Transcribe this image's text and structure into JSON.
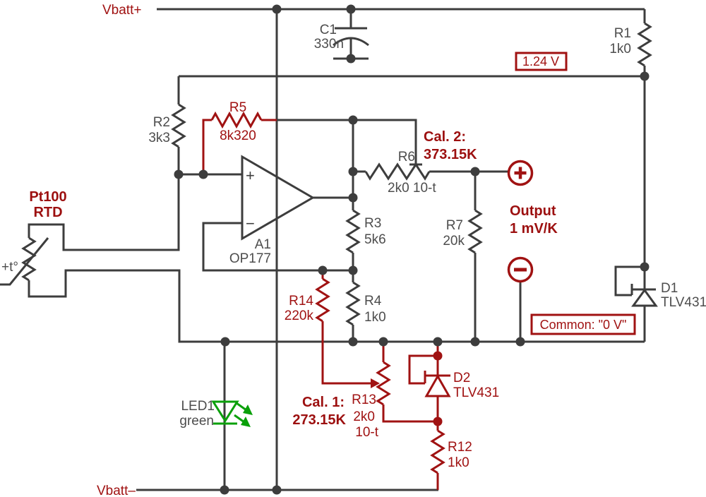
{
  "diagram_type": "analog circuit schematic, Pt100 RTD temperature-to-voltage converter",
  "power": {
    "rail_top": "Vbatt+",
    "rail_bottom": "Vbatt–"
  },
  "nodes": {
    "reference_box": "1.24 V",
    "common_box": "Common: \"0 V\""
  },
  "output": {
    "label": "Output",
    "scale": "1 mV/K",
    "plus_terminal": "+",
    "minus_terminal": "−"
  },
  "calibration": {
    "cal2_label": "Cal. 2:",
    "cal2_value": "373.15K",
    "cal1_label": "Cal. 1:",
    "cal1_value": "273.15K"
  },
  "components": {
    "c1": {
      "ref": "C1",
      "value": "330n"
    },
    "r1": {
      "ref": "R1",
      "value": "1k0"
    },
    "r2": {
      "ref": "R2",
      "value": "3k3"
    },
    "r5": {
      "ref": "R5",
      "value": "8k320"
    },
    "rtd": {
      "name": "Pt100",
      "type": "RTD",
      "temp_mark": "+t°"
    },
    "a1": {
      "ref": "A1",
      "value": "OP177",
      "plus": "+",
      "minus": "−"
    },
    "r6": {
      "ref": "R6",
      "value": "2k0 10-t"
    },
    "r3": {
      "ref": "R3",
      "value": "5k6"
    },
    "r4": {
      "ref": "R4",
      "value": "1k0"
    },
    "r7": {
      "ref": "R7",
      "value": "20k"
    },
    "r14": {
      "ref": "R14",
      "value": "220k"
    },
    "r13": {
      "ref": "R13",
      "value": "2k0",
      "turns": "10-t"
    },
    "r12": {
      "ref": "R12",
      "value": "1k0"
    },
    "d1": {
      "ref": "D1",
      "value": "TLV431"
    },
    "d2": {
      "ref": "D2",
      "value": "TLV431"
    },
    "led1": {
      "ref": "LED1",
      "value": "green"
    }
  },
  "colors": {
    "wire": "#3d3d3d",
    "accent_red": "#a01212",
    "label_gray": "#4d4d4d",
    "led_green": "#0aa00a",
    "background": "#ffffff"
  }
}
